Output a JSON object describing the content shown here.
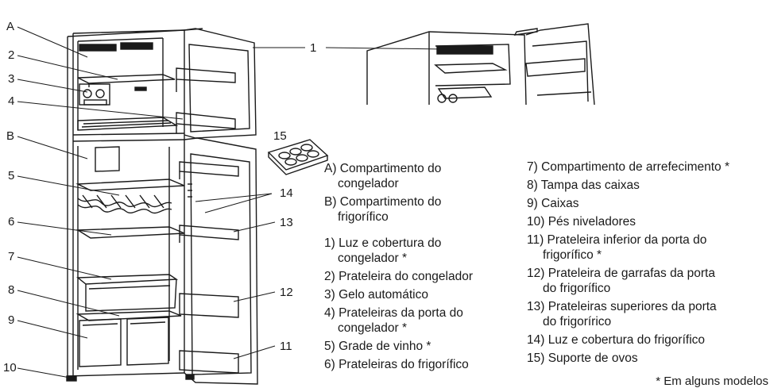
{
  "callouts": {
    "A": "A",
    "B": "B",
    "n1": "1",
    "n2": "2",
    "n3": "3",
    "n4": "4",
    "n5": "5",
    "n6": "6",
    "n7": "7",
    "n8": "8",
    "n9": "9",
    "n10": "10",
    "n11": "11",
    "n12": "12",
    "n13": "13",
    "n14": "14",
    "n15": "15"
  },
  "legend_left": [
    {
      "line1": "A) Compartimento do",
      "line2": "congelador"
    },
    {
      "line1": "B) Compartimento do",
      "line2": "frigorífico"
    },
    {
      "line1": "1) Luz e cobertura do",
      "line2": "congelador *"
    },
    {
      "line1": "2) Prateleira do congelador",
      "line2": ""
    },
    {
      "line1": "3) Gelo automático",
      "line2": ""
    },
    {
      "line1": "4) Prateleiras da porta do",
      "line2": "congelador *"
    },
    {
      "line1": "5) Grade de vinho *",
      "line2": ""
    },
    {
      "line1": "6) Prateleiras do frigorífico",
      "line2": ""
    }
  ],
  "legend_right": [
    {
      "line1": "7) Compartimento de arrefecimento *",
      "line2": ""
    },
    {
      "line1": "8) Tampa das caixas",
      "line2": ""
    },
    {
      "line1": "9) Caixas",
      "line2": ""
    },
    {
      "line1": "10) Pés niveladores",
      "line2": ""
    },
    {
      "line1": "11) Prateleira inferior da porta do",
      "line2": "frigorífico *"
    },
    {
      "line1": "12) Prateleira de garrafas da porta",
      "line2": "do frigorífico"
    },
    {
      "line1": "13) Prateleiras superiores da porta",
      "line2": "do frigorírico"
    },
    {
      "line1": "14) Luz e cobertura do frigorífico",
      "line2": ""
    },
    {
      "line1": "15) Suporte de ovos",
      "line2": ""
    }
  ],
  "footnote": "* Em alguns modelos"
}
